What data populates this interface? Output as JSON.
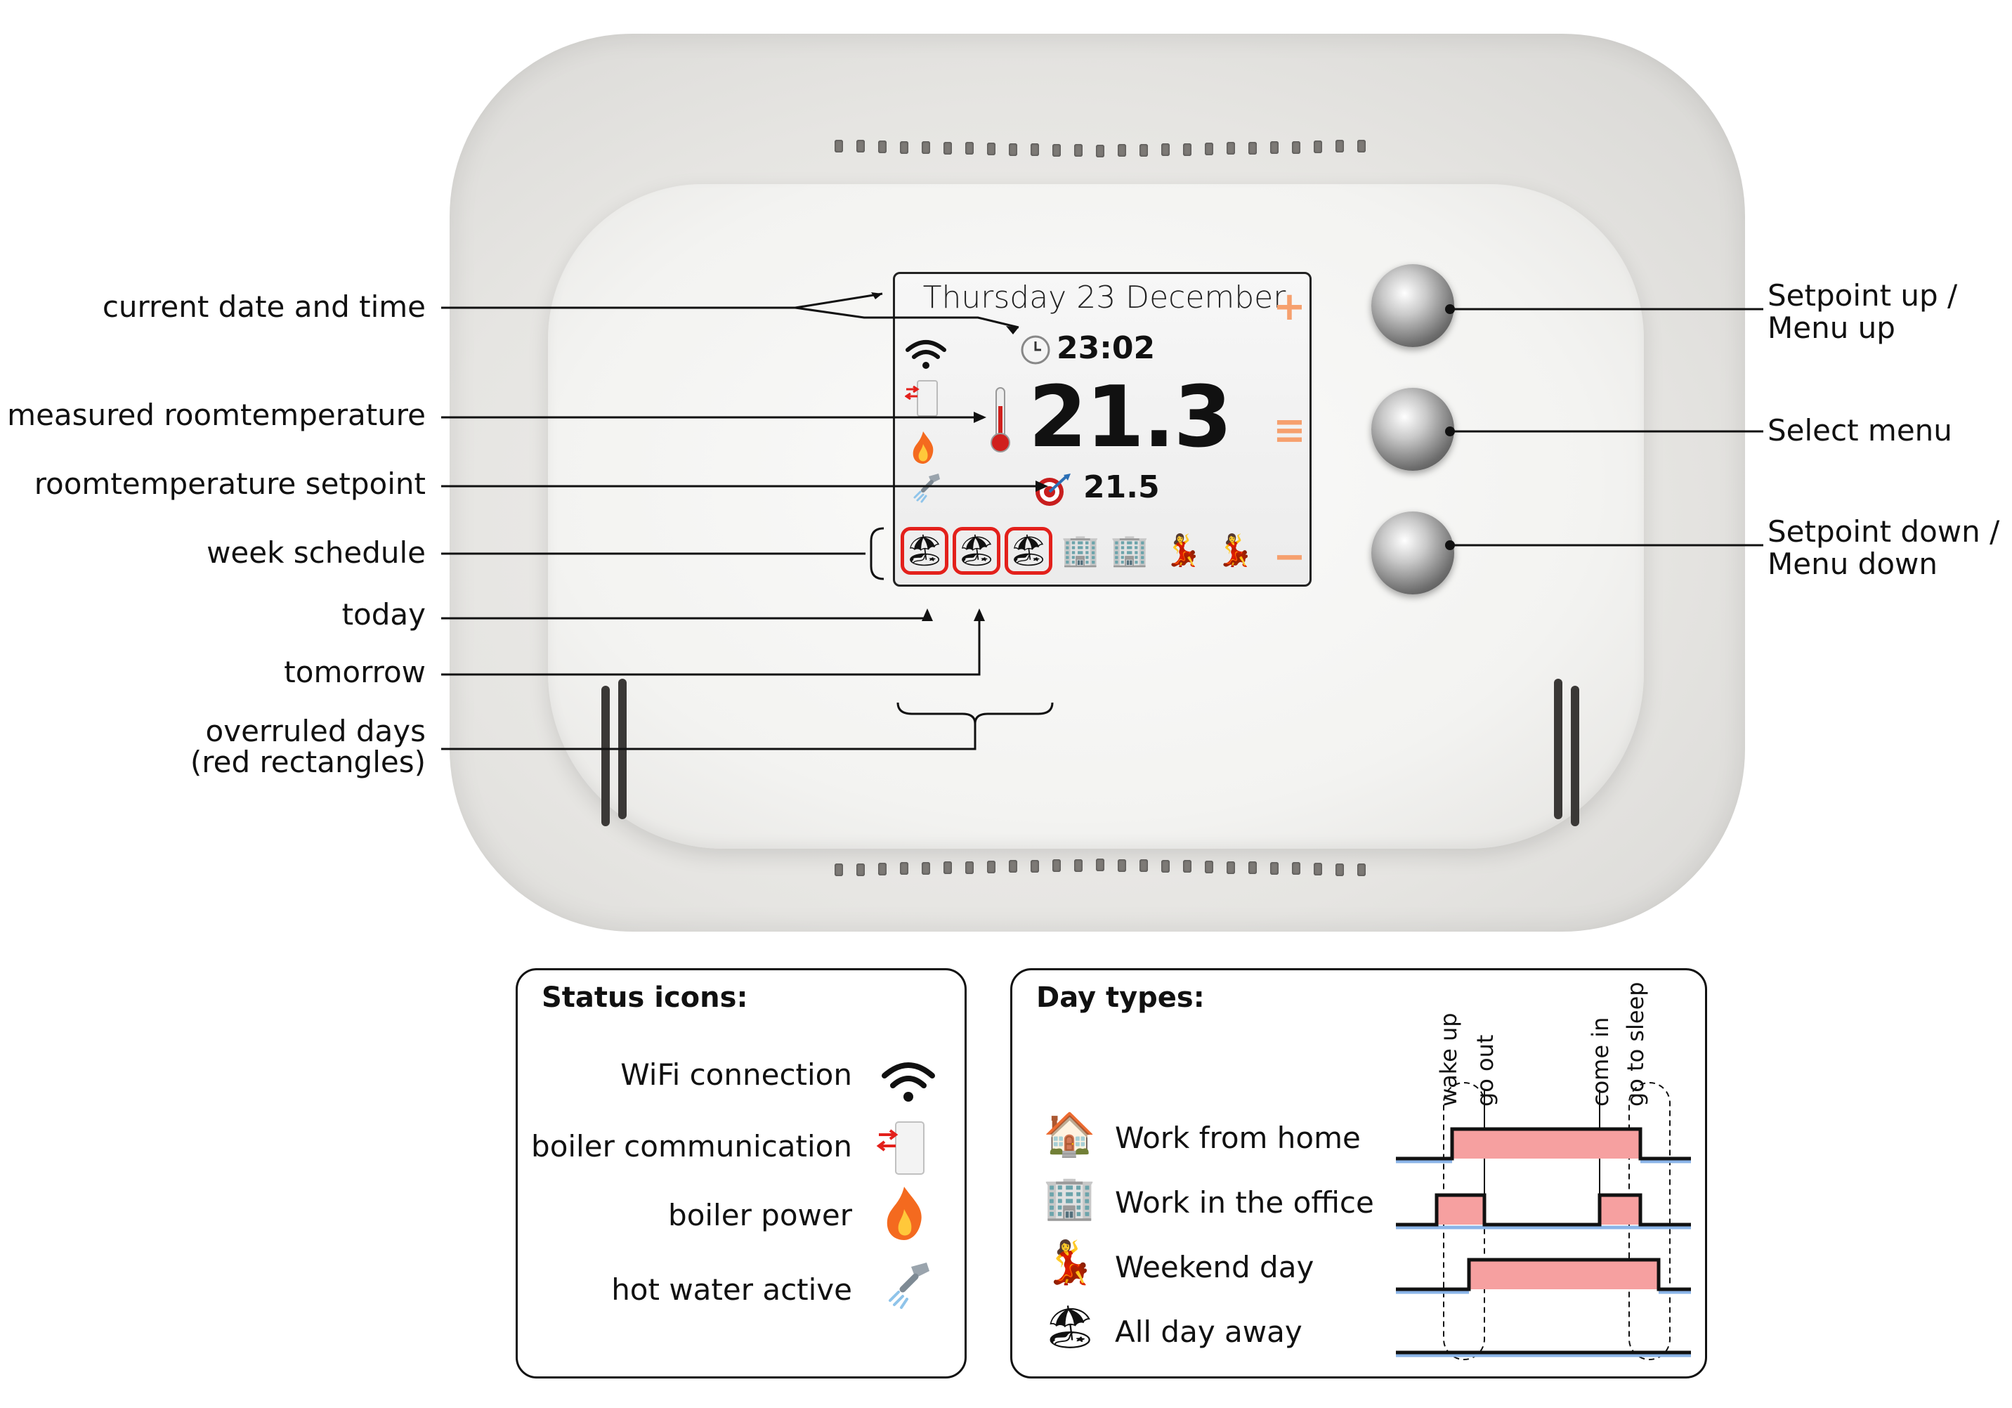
{
  "screen": {
    "date": "Thursday 23 December",
    "time": "23:02",
    "temperature": "21.3",
    "setpoint": "21.5",
    "plus": "+",
    "menu": "≡",
    "minus": "−",
    "icons": {
      "wifi": "wifi-icon",
      "boiler_comm": "boiler-communication-icon",
      "flame": "flame-icon",
      "shower": "shower-icon",
      "clock": "clock-icon",
      "thermometer": "thermometer-icon",
      "target": "target-icon"
    },
    "week": [
      {
        "icon": "🏖",
        "type": "all-day-away",
        "overruled": true
      },
      {
        "icon": "🏖",
        "type": "all-day-away",
        "overruled": true
      },
      {
        "icon": "🏖",
        "type": "all-day-away",
        "overruled": true
      },
      {
        "icon": "🏢",
        "type": "work-in-the-office",
        "overruled": false
      },
      {
        "icon": "🏢",
        "type": "work-in-the-office",
        "overruled": false
      },
      {
        "icon": "💃",
        "type": "weekend-day",
        "overruled": false
      },
      {
        "icon": "💃",
        "type": "weekend-day",
        "overruled": false
      }
    ]
  },
  "callouts_left": {
    "date_time": "current date and time",
    "measured": "measured roomtemperature",
    "setpoint": "roomtemperature setpoint",
    "week": "week schedule",
    "today": "today",
    "tomorrow": "tomorrow",
    "overruled_1": "overruled days",
    "overruled_2": "(red rectangles)"
  },
  "callouts_right": {
    "up_1": "Setpoint up /",
    "up_2": "Menu up",
    "select": "Select menu",
    "down_1": "Setpoint down /",
    "down_2": "Menu down"
  },
  "status_legend": {
    "title": "Status icons:",
    "items": [
      {
        "label": "WiFi connection",
        "icon": "wifi-icon"
      },
      {
        "label": "boiler communication",
        "icon": "boiler-communication-icon"
      },
      {
        "label": "boiler power",
        "icon": "flame-icon"
      },
      {
        "label": "hot water active",
        "icon": "shower-icon"
      }
    ]
  },
  "daytype_legend": {
    "title": "Day types:",
    "events": [
      "wake up",
      "go out",
      "come in",
      "go to sleep"
    ],
    "items": [
      {
        "label": "Work from home",
        "icon": "house-icon"
      },
      {
        "label": "Work in the office",
        "icon": "office-building-icon"
      },
      {
        "label": "Weekend day",
        "icon": "dancer-icon"
      },
      {
        "label": "All day away",
        "icon": "beach-umbrella-icon"
      }
    ]
  },
  "colors": {
    "overruled": "#e3201b",
    "accent_orange": "#f6a06e",
    "schedule_fill": "#f6a0a0",
    "schedule_base": "#8ab4e8"
  }
}
